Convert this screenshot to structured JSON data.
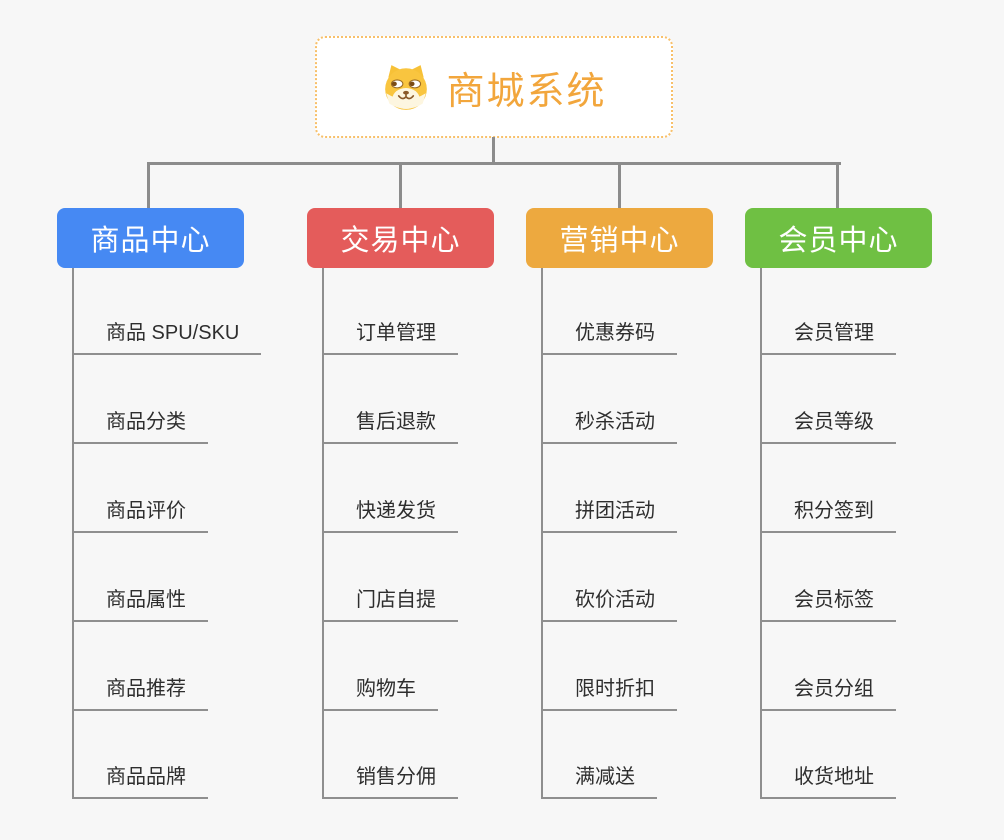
{
  "root": {
    "title": "商城系统",
    "icon": "dog-face-icon"
  },
  "branches": [
    {
      "label": "商品中心",
      "color": "#4689f3",
      "items": [
        "商品 SPU/SKU",
        "商品分类",
        "商品评价",
        "商品属性",
        "商品推荐",
        "商品品牌"
      ]
    },
    {
      "label": "交易中心",
      "color": "#e45c5b",
      "items": [
        "订单管理",
        "售后退款",
        "快递发货",
        "门店自提",
        "购物车",
        "销售分佣"
      ]
    },
    {
      "label": "营销中心",
      "color": "#eda93f",
      "items": [
        "优惠券码",
        "秒杀活动",
        "拼团活动",
        "砍价活动",
        "限时折扣",
        "满减送"
      ]
    },
    {
      "label": "会员中心",
      "color": "#6fc043",
      "items": [
        "会员管理",
        "会员等级",
        "积分签到",
        "会员标签",
        "会员分组",
        "收货地址"
      ]
    }
  ],
  "colors": {
    "background": "#f7f7f7",
    "connector": "#8c8c8c",
    "root_border": "#f8c06a",
    "root_text": "#f2a63c",
    "child_text": "#2e2e2e",
    "child_underline": "#8f8f8f"
  }
}
